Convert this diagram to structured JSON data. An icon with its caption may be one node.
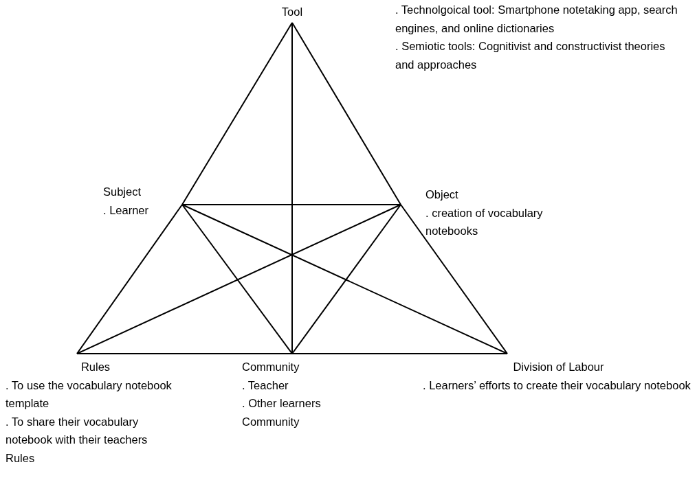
{
  "diagram": {
    "nodes": [
      {
        "text": [
          "Tool"
        ],
        "beside": [
          ". Technolgoical tool: Smartphone notetaking app, search engines, and online dictionaries",
          ". Semiotic tools: Cognitivist and constructivist theories and approaches"
        ]
      },
      {
        "text": [
          "Subject",
          ". Learner"
        ]
      },
      {
        "text": [
          "Object",
          ". creation of vocabulary notebooks"
        ]
      },
      {
        "text": [
          "Rules",
          ". To use the vocabulary notebook template",
          ". To share their vocabulary notebook with their teachers",
          "Rules"
        ]
      },
      {
        "text": [
          "Community",
          ". Teacher",
          ". Other learners",
          "Community"
        ]
      },
      {
        "text": [
          "Division of Labour",
          ". Learners’ efforts to create their vocabulary notebook"
        ]
      }
    ],
    "edges": [
      {
        "from": 0,
        "to": 1,
        "arrow": "none"
      },
      {
        "from": 1,
        "to": 3,
        "arrow": "none"
      },
      {
        "from": 0,
        "to": 2,
        "arrow": "none"
      },
      {
        "from": 2,
        "to": 5,
        "arrow": "none"
      },
      {
        "from": 3,
        "to": 4,
        "arrow": "none"
      },
      {
        "from": 4,
        "to": 5,
        "arrow": "none"
      },
      {
        "from": 0,
        "to": 4,
        "arrow": "none"
      },
      {
        "from": 1,
        "to": 2,
        "arrow": "none"
      },
      {
        "from": 1,
        "to": 4,
        "arrow": "none"
      },
      {
        "from": 2,
        "to": 4,
        "arrow": "none"
      },
      {
        "from": 1,
        "to": 5,
        "arrow": "none"
      },
      {
        "from": 3,
        "to": 2,
        "arrow": "none"
      }
    ]
  }
}
